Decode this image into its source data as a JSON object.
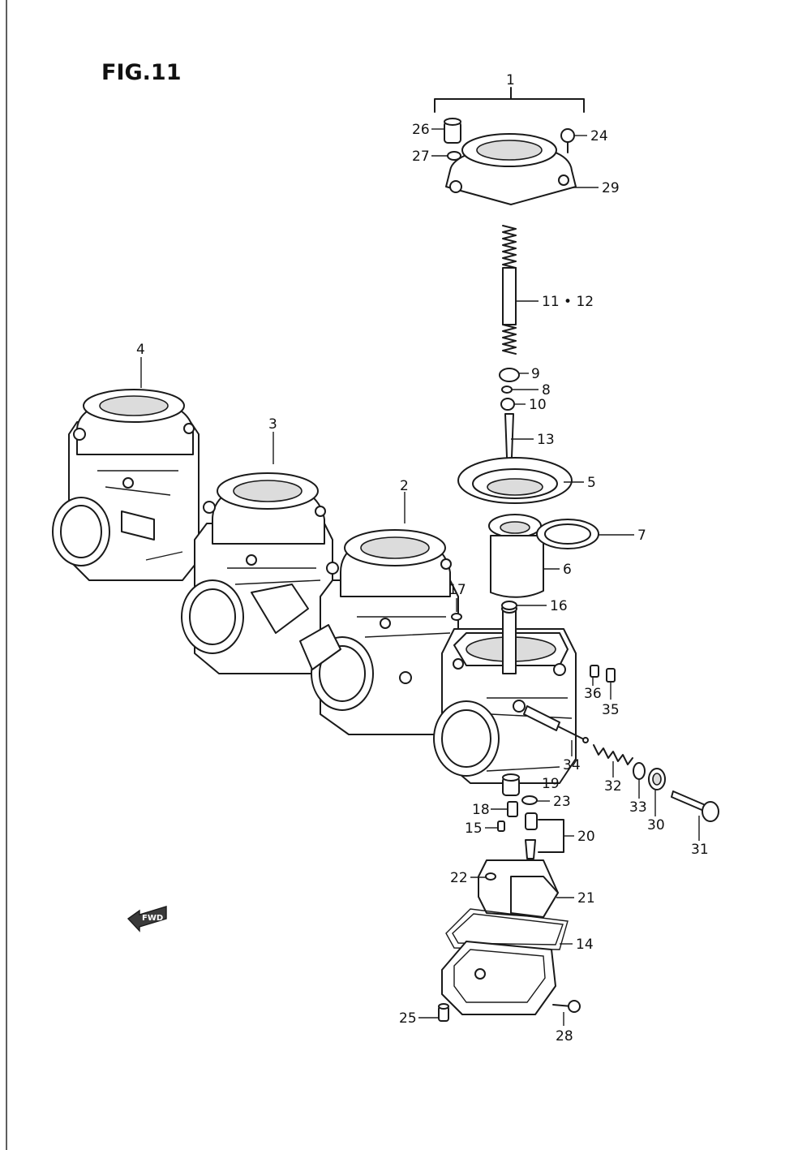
{
  "figure_title": "FIG.11",
  "fwd_label": "FWD",
  "callouts": {
    "c1": "1",
    "c2": "2",
    "c3": "3",
    "c4": "4",
    "c5": "5",
    "c6": "6",
    "c7": "7",
    "c8": "8",
    "c9": "9",
    "c10": "10",
    "c11_12": "11 • 12",
    "c13": "13",
    "c14": "14",
    "c15": "15",
    "c16": "16",
    "c17": "17",
    "c18": "18",
    "c19": "19",
    "c20": "20",
    "c21": "21",
    "c22": "22",
    "c23": "23",
    "c24": "24",
    "c25": "25",
    "c26": "26",
    "c27": "27",
    "c28": "28",
    "c29": "29",
    "c30": "30",
    "c31": "31",
    "c32": "32",
    "c33": "33",
    "c34": "34",
    "c35": "35",
    "c36": "36"
  },
  "colors": {
    "ink": "#1a1a1a",
    "paper": "#ffffff"
  }
}
